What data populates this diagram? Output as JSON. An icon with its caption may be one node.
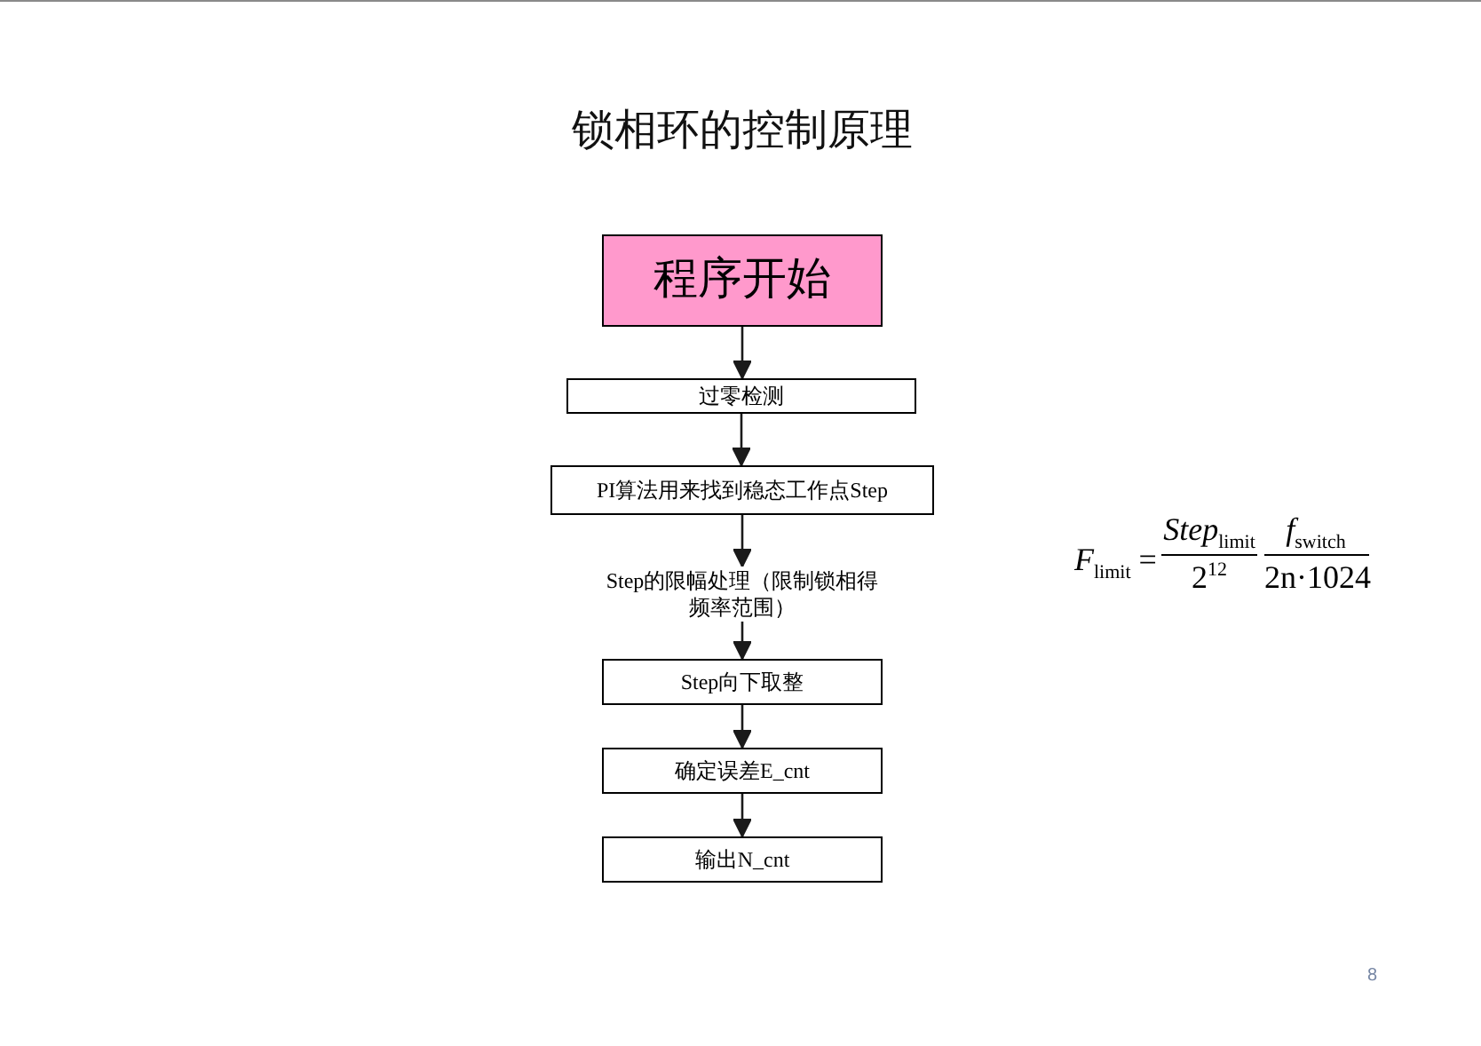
{
  "diagram": {
    "title": "锁相环的控制原理",
    "nodes": [
      {
        "text": [
          "程序开始"
        ]
      },
      {
        "text": [
          "过零检测"
        ]
      },
      {
        "text": [
          "PI算法用来找到稳态工作点Step"
        ]
      },
      {
        "text": [
          "Step的限幅处理（限制锁相得频率范围）"
        ]
      },
      {
        "text": [
          "Step向下取整"
        ]
      },
      {
        "text": [
          "确定误差E_cnt"
        ]
      },
      {
        "text": [
          "输出N_cnt"
        ]
      }
    ],
    "edges": [
      {
        "from": 0,
        "to": 1,
        "arrow": "to"
      },
      {
        "from": 1,
        "to": 2,
        "arrow": "to"
      },
      {
        "from": 2,
        "to": 3,
        "arrow": "to"
      },
      {
        "from": 3,
        "to": 4,
        "arrow": "to"
      },
      {
        "from": 4,
        "to": 5,
        "arrow": "to"
      },
      {
        "from": 5,
        "to": 6,
        "arrow": "to"
      }
    ],
    "labels": [
      "*F*$_{limit}$ =",
      "*Step*$_{limit}$",
      "2$^{12}$",
      "*f*$_{switch}$",
      "2n·1024",
      "8"
    ]
  }
}
